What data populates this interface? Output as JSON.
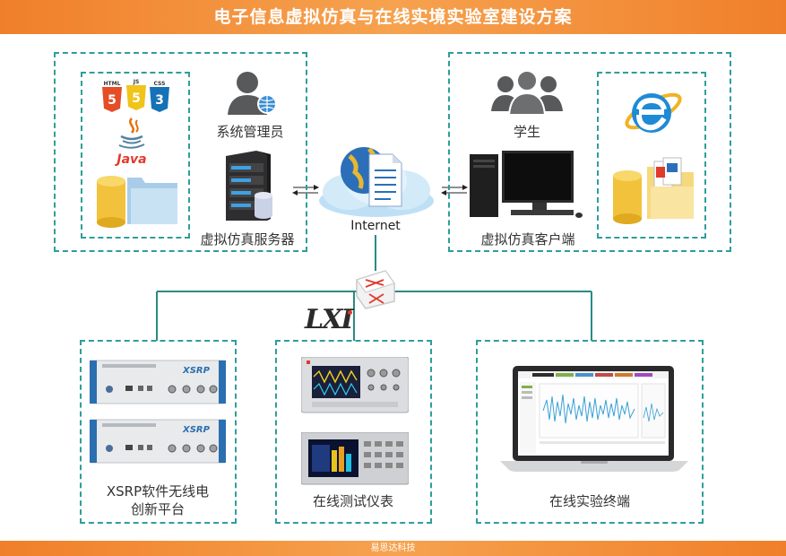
{
  "title": "电子信息虚拟仿真与在线实境实验室建设方案",
  "footer": "易思达科技",
  "labels": {
    "admin": "系统管理员",
    "server": "虚拟仿真服务器",
    "internet": "Internet",
    "student": "学生",
    "client": "虚拟仿真客户端",
    "xsrp_line1": "XSRP软件无线电",
    "xsrp_line2": "创新平台",
    "instruments": "在线测试仪表",
    "terminal": "在线实验终端"
  },
  "logos": {
    "html5": "HTML",
    "js": "JS",
    "css3": "CSS",
    "java": "Java",
    "lxi": "LXI",
    "device_brand": "XSRP"
  },
  "colors": {
    "accent": "#f07f2a",
    "dash": "#2f9e9a",
    "line": "#2a8a86"
  }
}
